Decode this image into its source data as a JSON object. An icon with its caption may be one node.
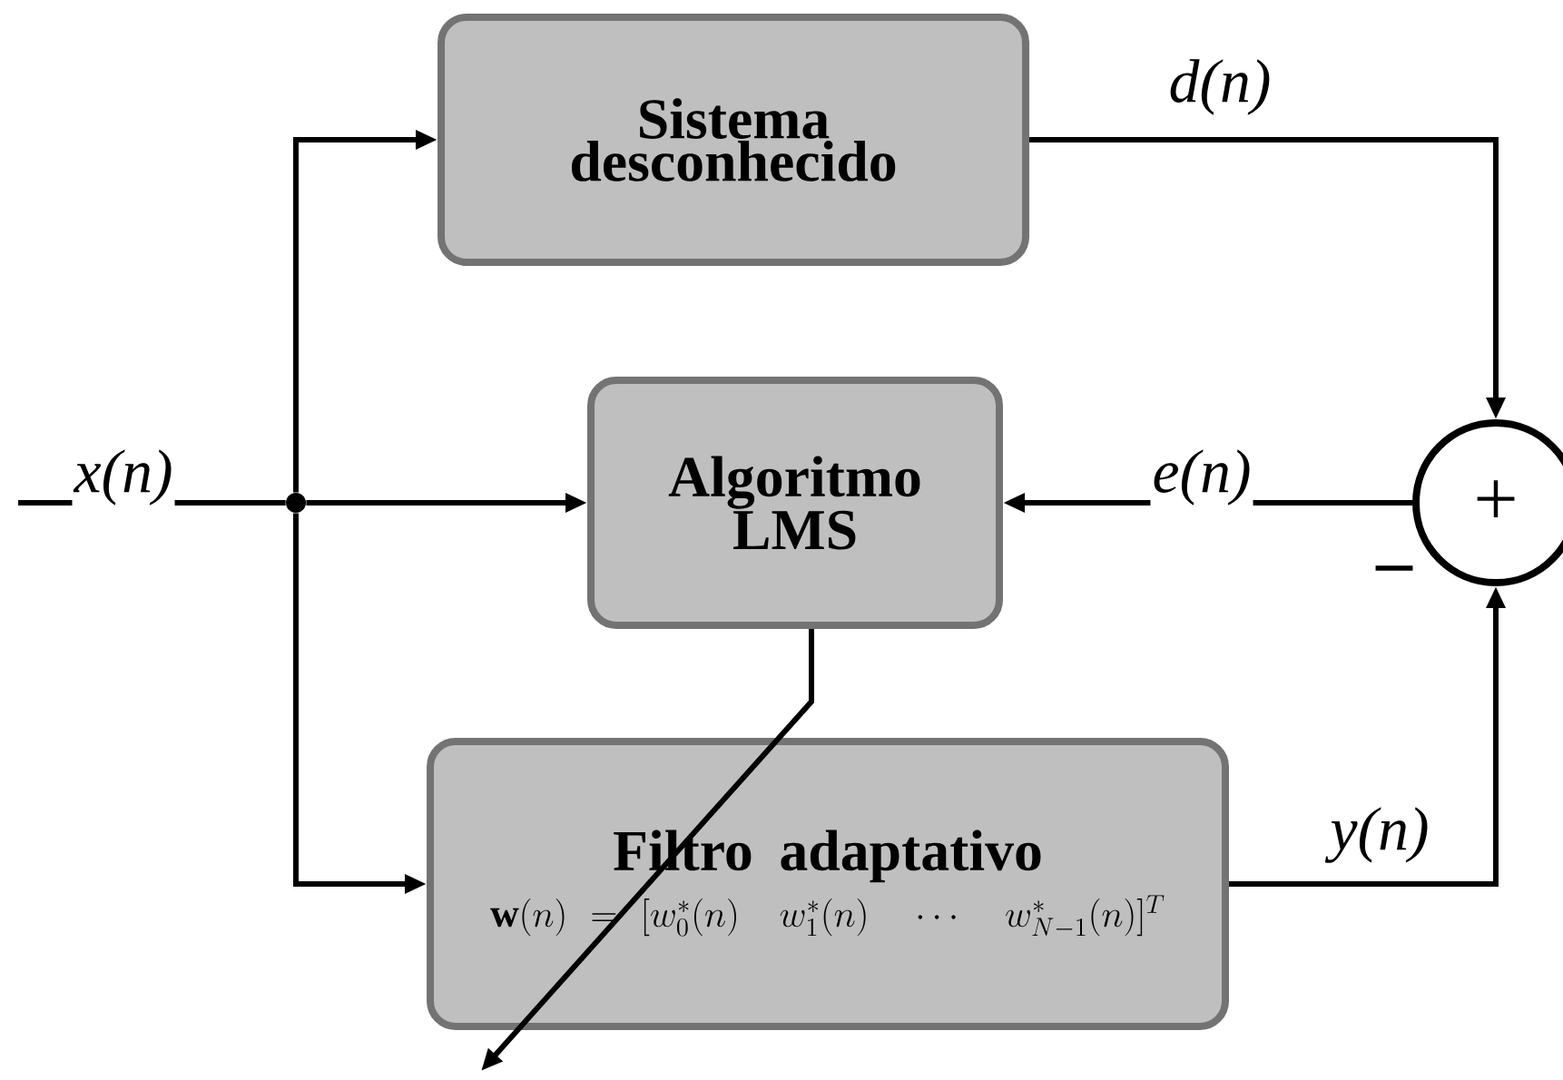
{
  "diagram": {
    "nodes": [
      {
        "text": [
          "Sistema desconhecido"
        ]
      },
      {
        "text": [
          "Algoritmo LMS"
        ]
      },
      {
        "text": [
          "Filtro adaptativo",
          "\\mathbf{w}(n)=[w_0^*(n)\\quad w_1^*(n)\\quad \\cdots\\quad w_{N-1}^*(n)]^T"
        ]
      },
      {
        "text": [
          "+"
        ],
        "beside": [
          "–"
        ]
      },
      {
        "text": [],
        "shape": "circle"
      }
    ],
    "edges": [
      {
        "from": null,
        "to": 4,
        "arrow": "none",
        "label": "x(n)"
      },
      {
        "from": 4,
        "to": 0,
        "arrow": "to"
      },
      {
        "from": 4,
        "to": 1,
        "arrow": "to"
      },
      {
        "from": 4,
        "to": 2,
        "arrow": "to"
      },
      {
        "from": 0,
        "to": 3,
        "arrow": "to",
        "label": "d(n)"
      },
      {
        "from": 3,
        "to": 1,
        "arrow": "to",
        "label": "e(n)"
      },
      {
        "from": 2,
        "to": 3,
        "arrow": "to",
        "label": "y(n)"
      },
      {
        "from": 1,
        "to": null,
        "arrow": "to"
      }
    ]
  }
}
